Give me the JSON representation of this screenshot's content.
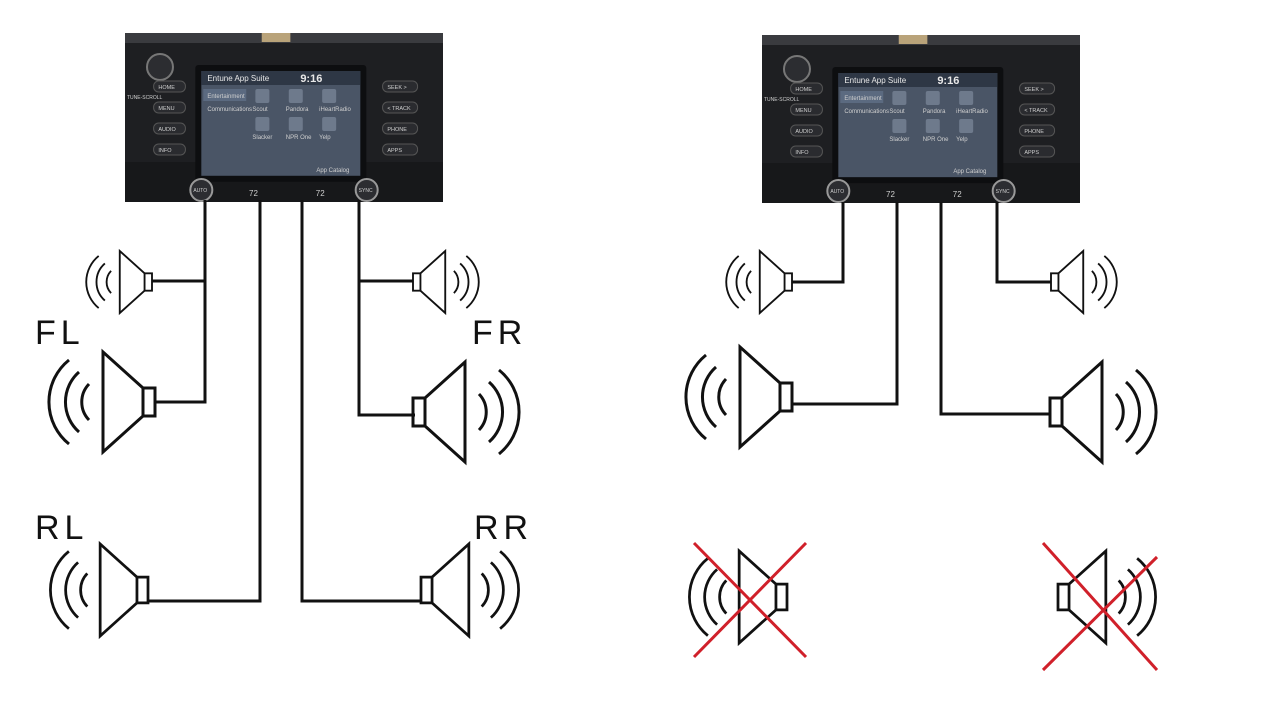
{
  "colors": {
    "wire": "#111111",
    "cross": "#d0202a",
    "speaker": "#111111",
    "head_unit_body": "#1e1f22",
    "screen": "#4a5566"
  },
  "head_unit": {
    "screen_title": "Entune App Suite",
    "clock": "9:16",
    "menu_entertainment": "Entertainment",
    "menu_communications": "Communications",
    "apps": [
      "Scout",
      "Pandora",
      "iHeartRadio",
      "Slacker",
      "NPR One",
      "Yelp"
    ],
    "app_catalog": "App Catalog",
    "left_buttons": [
      "HOME",
      "MENU",
      "AUDIO",
      "INFO"
    ],
    "right_buttons": [
      "SEEK >",
      "< TRACK",
      "PHONE",
      "APPS"
    ],
    "tune_scroll": "TUNE-SCROLL",
    "auto_button": "AUTO",
    "sync_button": "SYNC",
    "temp_left": "72",
    "temp_right": "72"
  },
  "left_diagram": {
    "labels": {
      "front_left": "FL",
      "front_right": "FR",
      "rear_left": "RL",
      "rear_right": "RR"
    }
  },
  "right_diagram": {
    "disabled_speakers": [
      "rear-left",
      "rear-right"
    ]
  }
}
